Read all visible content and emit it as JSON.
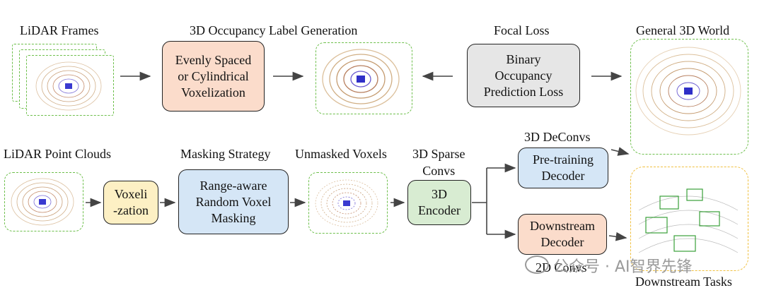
{
  "labels": {
    "lidar_frames": "LiDAR Frames",
    "label_generation": "3D Occupancy Label Generation",
    "focal_loss": "Focal Loss",
    "general_world": "General 3D World",
    "point_clouds": "LiDAR Point Clouds",
    "masking_strategy": "Masking Strategy",
    "unmasked_voxels": "Unmasked Voxels",
    "sparse_convs": "3D Sparse\nConvs",
    "deconvs": "3D DeConvs",
    "convs_2d": "2D Convs",
    "downstream_tasks": "Downstream Tasks"
  },
  "boxes": {
    "voxelization": "Evenly Spaced\nor Cylindrical\nVoxelization",
    "loss": "Binary\nOccupancy\nPrediction Loss",
    "voxeli": "Voxeli\n-zation",
    "range_masking": "Range-aware\nRandom Voxel\nMasking",
    "encoder": "3D\nEncoder",
    "pretrain_decoder": "Pre-training\nDecoder",
    "downstream_decoder": "Downstream\nDecoder"
  },
  "colors": {
    "peach": "#fbdccb",
    "gray": "#e6e6e6",
    "yellow": "#fdf0c4",
    "blue": "#d5e6f6",
    "green": "#d8ecd2",
    "dash_green": "#6dbf4b",
    "dash_orange": "#f0c040"
  },
  "watermark": {
    "text": "公众号 · AI智界先锋"
  }
}
